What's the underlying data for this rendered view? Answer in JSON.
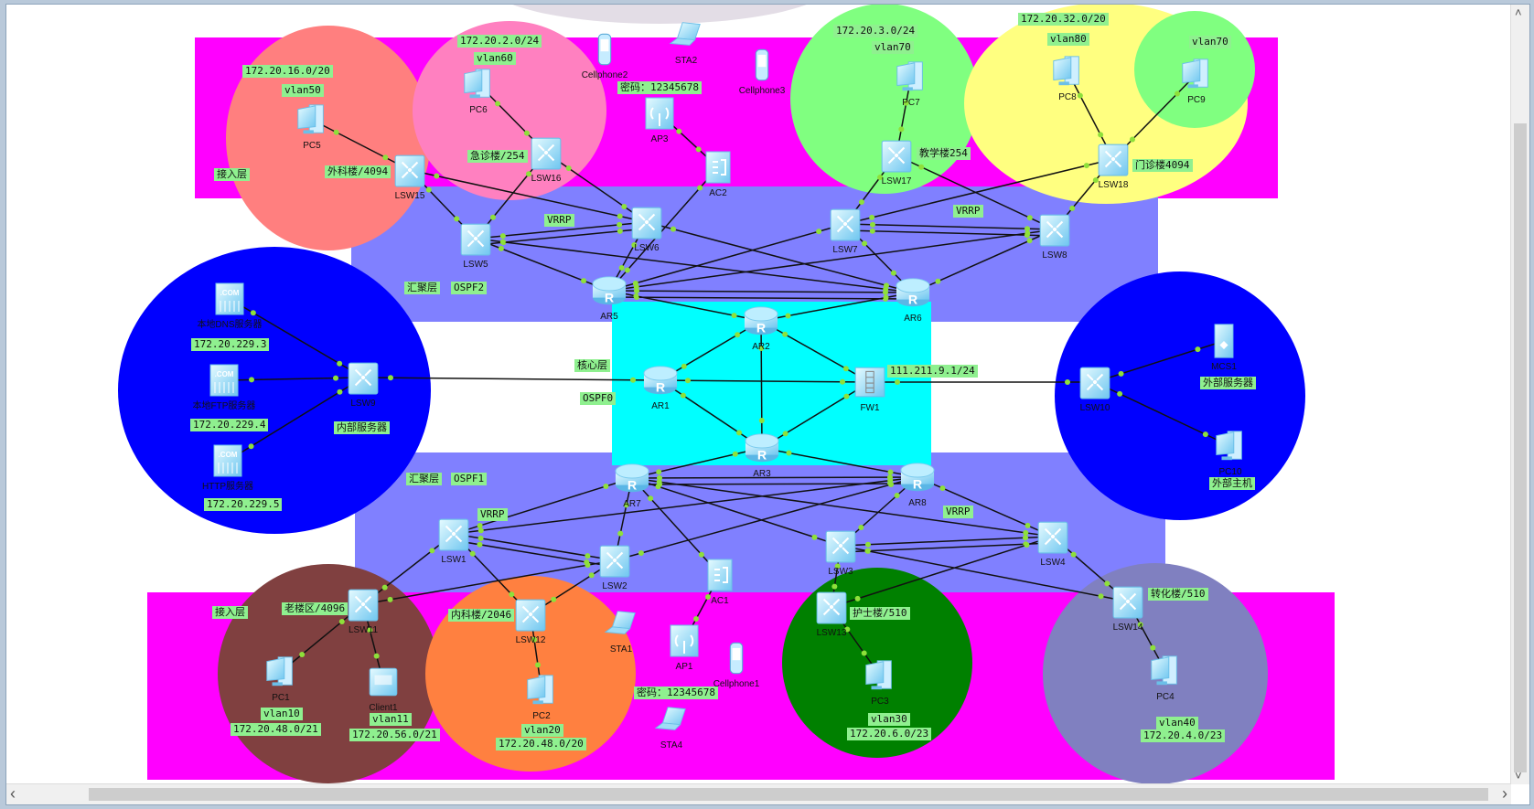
{
  "colors": {
    "access_layer": "#ff00ff",
    "aggregation_layer": "#8080ff",
    "core_layer": "#00ffff",
    "tag_bg": "#8ff08f",
    "link": "#111111",
    "port_dot": "#8ee03a"
  },
  "scrollbars": {
    "up": "˄",
    "down": "˅",
    "left": "‹",
    "right": "›"
  },
  "nodes": [
    {
      "name": "PC5",
      "icon": "pc-icon"
    },
    {
      "name": "PC6",
      "icon": "pc-icon"
    },
    {
      "name": "Cellphone2",
      "icon": "cellphone-icon"
    },
    {
      "name": "STA2",
      "icon": "laptop-icon"
    },
    {
      "name": "Cellphone3",
      "icon": "cellphone-icon"
    },
    {
      "name": "AP3",
      "icon": "access-point-icon"
    },
    {
      "name": "AC2",
      "icon": "access-controller-icon"
    },
    {
      "name": "PC7",
      "icon": "pc-icon"
    },
    {
      "name": "PC8",
      "icon": "pc-icon"
    },
    {
      "name": "PC9",
      "icon": "pc-icon"
    },
    {
      "name": "LSW15",
      "icon": "switch-icon"
    },
    {
      "name": "LSW16",
      "icon": "switch-icon"
    },
    {
      "name": "LSW17",
      "icon": "switch-icon"
    },
    {
      "name": "LSW18",
      "icon": "switch-icon"
    },
    {
      "name": "LSW5",
      "icon": "switch-icon"
    },
    {
      "name": "LSW6",
      "icon": "switch-icon"
    },
    {
      "name": "LSW7",
      "icon": "switch-icon"
    },
    {
      "name": "LSW8",
      "icon": "switch-icon"
    },
    {
      "name": "AR5",
      "icon": "router-icon"
    },
    {
      "name": "AR6",
      "icon": "router-icon"
    },
    {
      "name": "AR2",
      "icon": "router-icon"
    },
    {
      "name": "AR1",
      "icon": "router-icon"
    },
    {
      "name": "FW1",
      "icon": "firewall-icon"
    },
    {
      "name": "AR3",
      "icon": "router-icon"
    },
    {
      "name": "AR7",
      "icon": "router-icon"
    },
    {
      "name": "AR8",
      "icon": "router-icon"
    },
    {
      "name": "LSW9",
      "icon": "switch-icon"
    },
    {
      "name": "LSW10",
      "icon": "switch-icon"
    },
    {
      "name": "本地DNS服务器",
      "icon": "server-icon"
    },
    {
      "name": "本地FTP服务器",
      "icon": "server-icon"
    },
    {
      "name": "HTTP服务器",
      "icon": "server-icon"
    },
    {
      "name": "MCS1",
      "icon": "mcs-server-icon"
    },
    {
      "name": "PC10",
      "icon": "pc-icon"
    },
    {
      "name": "LSW1",
      "icon": "switch-icon"
    },
    {
      "name": "LSW2",
      "icon": "switch-icon"
    },
    {
      "name": "AC1",
      "icon": "access-controller-icon"
    },
    {
      "name": "LSW3",
      "icon": "switch-icon"
    },
    {
      "name": "LSW4",
      "icon": "switch-icon"
    },
    {
      "name": "LSW11",
      "icon": "switch-icon"
    },
    {
      "name": "LSW12",
      "icon": "switch-icon"
    },
    {
      "name": "STA1",
      "icon": "laptop-icon"
    },
    {
      "name": "AP1",
      "icon": "access-point-icon"
    },
    {
      "name": "Cellphone1",
      "icon": "cellphone-icon"
    },
    {
      "name": "STA4",
      "icon": "laptop-icon"
    },
    {
      "name": "PC1",
      "icon": "pc-icon"
    },
    {
      "name": "Client1",
      "icon": "client-icon"
    },
    {
      "name": "PC2",
      "icon": "pc-icon"
    },
    {
      "name": "LSW13",
      "icon": "switch-icon"
    },
    {
      "name": "PC3",
      "icon": "pc-icon"
    },
    {
      "name": "LSW14",
      "icon": "switch-icon"
    },
    {
      "name": "PC4",
      "icon": "pc-icon"
    }
  ],
  "links": [
    [
      "PC5",
      "LSW15"
    ],
    [
      "PC6",
      "LSW16"
    ],
    [
      "LSW15",
      "LSW5"
    ],
    [
      "LSW15",
      "LSW6"
    ],
    [
      "LSW16",
      "LSW5"
    ],
    [
      "LSW16",
      "LSW6"
    ],
    [
      "AP3",
      "AC2"
    ],
    [
      "AC2",
      "AR5"
    ],
    [
      "PC7",
      "LSW17"
    ],
    [
      "LSW17",
      "LSW7"
    ],
    [
      "LSW17",
      "LSW8"
    ],
    [
      "PC8",
      "LSW18"
    ],
    [
      "PC9",
      "LSW18"
    ],
    [
      "LSW18",
      "LSW7"
    ],
    [
      "LSW18",
      "LSW8"
    ],
    [
      "LSW5",
      "LSW6"
    ],
    [
      "LSW5",
      "LSW6"
    ],
    [
      "LSW7",
      "LSW8"
    ],
    [
      "LSW7",
      "LSW8"
    ],
    [
      "LSW5",
      "AR5"
    ],
    [
      "LSW5",
      "AR6"
    ],
    [
      "LSW6",
      "AR5"
    ],
    [
      "LSW6",
      "AR6"
    ],
    [
      "LSW7",
      "AR5"
    ],
    [
      "LSW7",
      "AR6"
    ],
    [
      "LSW8",
      "AR5"
    ],
    [
      "LSW8",
      "AR6"
    ],
    [
      "AR5",
      "AR6"
    ],
    [
      "AR5",
      "AR6"
    ],
    [
      "AR5",
      "AR2"
    ],
    [
      "AR6",
      "AR2"
    ],
    [
      "AR2",
      "AR1"
    ],
    [
      "AR2",
      "FW1"
    ],
    [
      "AR2",
      "AR3"
    ],
    [
      "AR1",
      "AR3"
    ],
    [
      "AR1",
      "FW1"
    ],
    [
      "FW1",
      "AR3"
    ],
    [
      "AR3",
      "AR7"
    ],
    [
      "AR3",
      "AR8"
    ],
    [
      "AR7",
      "AR8"
    ],
    [
      "AR7",
      "AR8"
    ],
    [
      "LSW9",
      "AR1"
    ],
    [
      "FW1",
      "LSW10"
    ],
    [
      "本地DNS服务器",
      "LSW9"
    ],
    [
      "本地FTP服务器",
      "LSW9"
    ],
    [
      "HTTP服务器",
      "LSW9"
    ],
    [
      "LSW10",
      "MCS1"
    ],
    [
      "LSW10",
      "PC10"
    ],
    [
      "AR7",
      "LSW1"
    ],
    [
      "AR7",
      "LSW2"
    ],
    [
      "AR7",
      "LSW3"
    ],
    [
      "AR7",
      "LSW4"
    ],
    [
      "AR8",
      "LSW1"
    ],
    [
      "AR8",
      "LSW2"
    ],
    [
      "AR8",
      "LSW3"
    ],
    [
      "AR8",
      "LSW4"
    ],
    [
      "LSW1",
      "LSW2"
    ],
    [
      "LSW1",
      "LSW2"
    ],
    [
      "LSW3",
      "LSW4"
    ],
    [
      "LSW3",
      "LSW4"
    ],
    [
      "LSW1",
      "LSW11"
    ],
    [
      "LSW1",
      "LSW12"
    ],
    [
      "LSW2",
      "LSW11"
    ],
    [
      "LSW2",
      "LSW12"
    ],
    [
      "AR7",
      "AC1"
    ],
    [
      "AC1",
      "AP1"
    ],
    [
      "LSW3",
      "LSW13"
    ],
    [
      "LSW4",
      "LSW13"
    ],
    [
      "LSW3",
      "LSW14"
    ],
    [
      "LSW4",
      "LSW14"
    ],
    [
      "LSW11",
      "PC1"
    ],
    [
      "LSW11",
      "Client1"
    ],
    [
      "LSW12",
      "PC2"
    ],
    [
      "LSW13",
      "PC3"
    ],
    [
      "LSW14",
      "PC4"
    ]
  ],
  "labels": [
    {
      "text": "172.20.16.0/20"
    },
    {
      "text": "vlan50"
    },
    {
      "text": "接入层"
    },
    {
      "text": "外科楼/4094"
    },
    {
      "text": "172.20.2.0/24"
    },
    {
      "text": "vlan60"
    },
    {
      "text": "急诊楼/254"
    },
    {
      "text": "密码：12345678"
    },
    {
      "text": "172.20.3.0/24"
    },
    {
      "text": "vlan70"
    },
    {
      "text": "教学楼254"
    },
    {
      "text": "172.20.32.0/20"
    },
    {
      "text": "vlan80"
    },
    {
      "text": "vlan70"
    },
    {
      "text": "门诊楼4094"
    },
    {
      "text": "VRRP"
    },
    {
      "text": "VRRP"
    },
    {
      "text": "汇聚层"
    },
    {
      "text": "OSPF2"
    },
    {
      "text": "核心层"
    },
    {
      "text": "OSPF0"
    },
    {
      "text": "111.211.9.1/24"
    },
    {
      "text": "172.20.229.3"
    },
    {
      "text": "172.20.229.4"
    },
    {
      "text": "172.20.229.5"
    },
    {
      "text": "内部服务器"
    },
    {
      "text": "外部服务器"
    },
    {
      "text": "外部主机"
    },
    {
      "text": "汇聚层"
    },
    {
      "text": "OSPF1"
    },
    {
      "text": "VRRP"
    },
    {
      "text": "VRRP"
    },
    {
      "text": "接入层"
    },
    {
      "text": "老楼区/4096"
    },
    {
      "text": "内科楼/2046"
    },
    {
      "text": "vlan10"
    },
    {
      "text": "172.20.48.0/21"
    },
    {
      "text": "vlan11"
    },
    {
      "text": "172.20.56.0/21"
    },
    {
      "text": "vlan20"
    },
    {
      "text": "172.20.48.0/20"
    },
    {
      "text": "密码：12345678"
    },
    {
      "text": "护士楼/510"
    },
    {
      "text": "vlan30"
    },
    {
      "text": "172.20.6.0/23"
    },
    {
      "text": "转化楼/510"
    },
    {
      "text": "vlan40"
    },
    {
      "text": "172.20.4.0/23"
    }
  ]
}
